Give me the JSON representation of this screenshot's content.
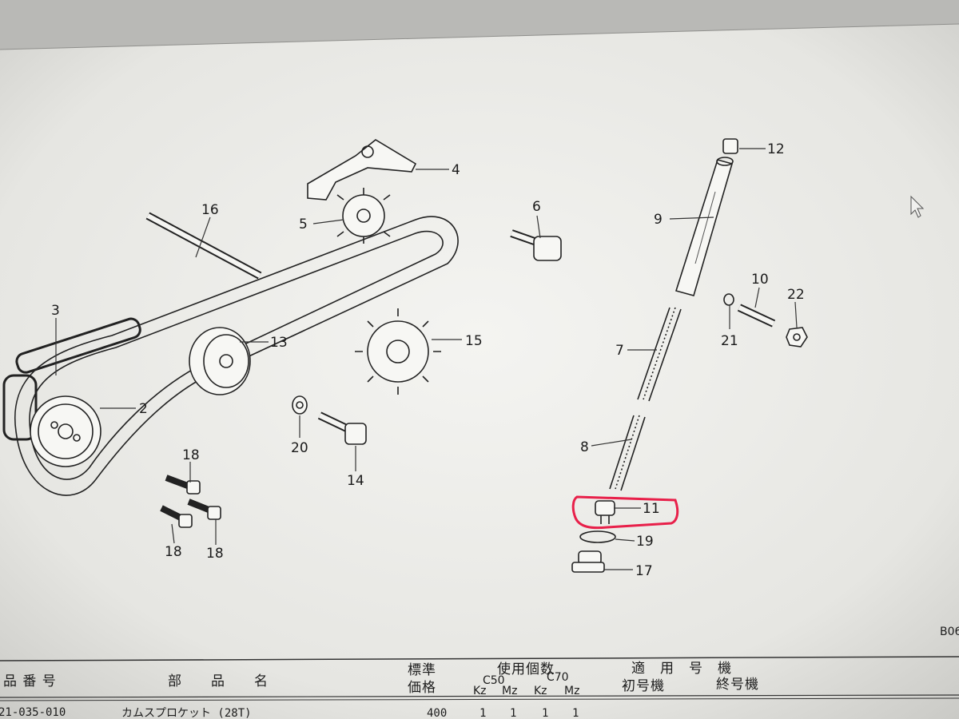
{
  "diagram": {
    "callouts": [
      {
        "id": "c1",
        "label": "4"
      },
      {
        "id": "c2",
        "label": "5"
      },
      {
        "id": "c3",
        "label": "16"
      },
      {
        "id": "c4",
        "label": "6"
      },
      {
        "id": "c5",
        "label": "12"
      },
      {
        "id": "c6",
        "label": "9"
      },
      {
        "id": "c7",
        "label": "10"
      },
      {
        "id": "c8",
        "label": "22"
      },
      {
        "id": "c9",
        "label": "21"
      },
      {
        "id": "c10",
        "label": "3"
      },
      {
        "id": "c11",
        "label": "13"
      },
      {
        "id": "c12",
        "label": "15"
      },
      {
        "id": "c13",
        "label": "7"
      },
      {
        "id": "c14",
        "label": "2"
      },
      {
        "id": "c15",
        "label": "20"
      },
      {
        "id": "c16",
        "label": "14"
      },
      {
        "id": "c17",
        "label": "8"
      },
      {
        "id": "c18",
        "label": "18"
      },
      {
        "id": "c19",
        "label": "11"
      },
      {
        "id": "c20",
        "label": "19"
      },
      {
        "id": "c21",
        "label": "18"
      },
      {
        "id": "c22",
        "label": "18"
      },
      {
        "id": "c23",
        "label": "17"
      }
    ],
    "figure_code": "B06",
    "highlight_color": "#e8204a"
  },
  "table": {
    "headers": {
      "part_number": "品 番 号",
      "part_name": "部　　品　　名",
      "std_price_top": "標準",
      "std_price_bottom": "価格",
      "usage_title": "使用個数",
      "usage_c50": "C50",
      "usage_c70": "C70",
      "usage_kz1": "Kz",
      "usage_mz1": "Mz",
      "usage_kz2": "Kz",
      "usage_mz2": "Mz",
      "applicable_title": "適　用　号　機",
      "first_serial": "初号機",
      "last_serial": "終号機"
    },
    "rows": [
      {
        "part_number": "21-035-010",
        "part_name": "カムスプロケット (28T)",
        "price": "400",
        "qty": [
          "1",
          "1",
          "1",
          "1"
        ]
      }
    ]
  }
}
